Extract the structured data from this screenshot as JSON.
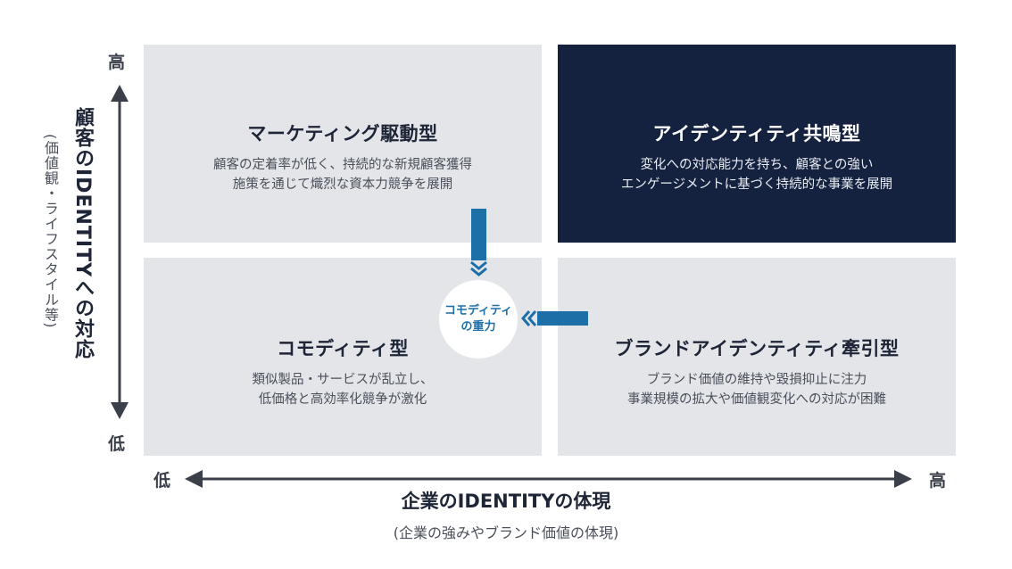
{
  "quadrants": {
    "top_left": {
      "title": "マーケティング駆動型",
      "desc_line1": "顧客の定着率が低く、持続的な新規顧客獲得",
      "desc_line2": "施策を通じて熾烈な資本力競争を展開"
    },
    "top_right": {
      "title": "アイデンティティ共鳴型",
      "desc_line1": "変化への対応能力を持ち、顧客との強い",
      "desc_line2": "エンゲージメントに基づく持続的な事業を展開"
    },
    "bottom_left": {
      "title": "コモディティ型",
      "desc_line1": "類似製品・サービスが乱立し、",
      "desc_line2": "低価格と高効率化競争が激化"
    },
    "bottom_right": {
      "title": "ブランドアイデンティティ牽引型",
      "desc_line1": "ブランド価値の維持や毀損抑止に注力",
      "desc_line2": "事業規模の拡大や価値観変化への対応が困難"
    }
  },
  "center": {
    "line1": "コモディティ",
    "line2": "の重力"
  },
  "y_axis": {
    "title": "顧客のIDENTITYへの対応",
    "subtitle": "(価値観・ライフスタイル等)",
    "high": "高",
    "low": "低"
  },
  "x_axis": {
    "title": "企業のIDENTITYの体現",
    "subtitle": "(企業の強みやブランド価値の体現)",
    "high": "高",
    "low": "低"
  },
  "colors": {
    "light_quadrant": "#e3e5e9",
    "dark_quadrant": "#15223f",
    "arrow_blue": "#1d6fa8",
    "axis": "#3a3f4a"
  }
}
